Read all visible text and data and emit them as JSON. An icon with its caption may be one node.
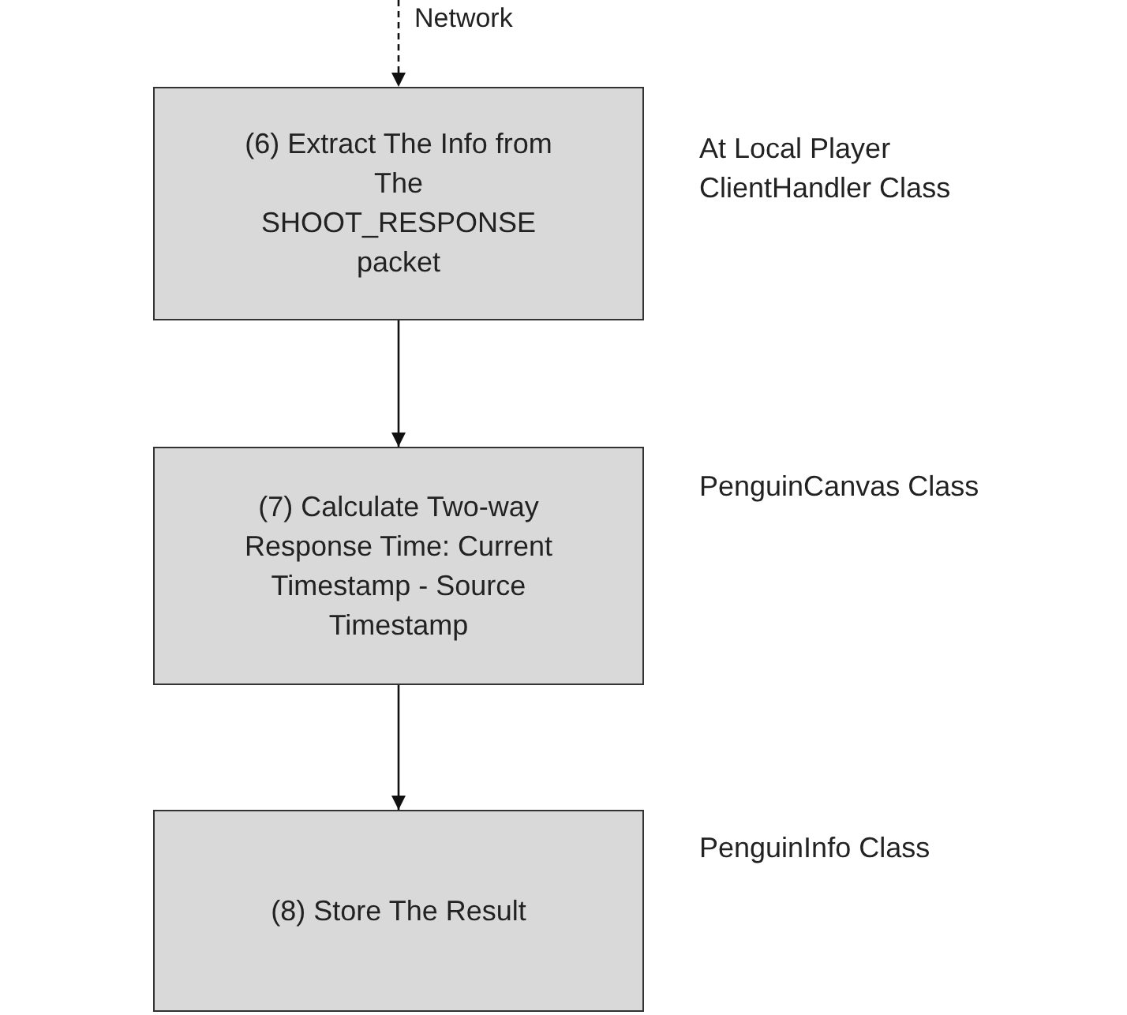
{
  "diagram": {
    "nodes": [
      {
        "text": [
          "(6) Extract The Info from The SHOOT_RESPONSE packet"
        ],
        "beside": [
          "At Local Player ClientHandler Class"
        ]
      },
      {
        "text": [
          "(7) Calculate Two-way Response Time: Current Timestamp - Source Timestamp"
        ],
        "beside": [
          "PenguinCanvas Class"
        ]
      },
      {
        "text": [
          "(8) Store The Result"
        ],
        "beside": [
          "PenguinInfo Class"
        ]
      }
    ],
    "edges": [
      {
        "from": null,
        "to": 0,
        "arrow": "to",
        "style": "dashed",
        "label": "Network"
      },
      {
        "from": 0,
        "to": 1,
        "arrow": "to"
      },
      {
        "from": 1,
        "to": 2,
        "arrow": "to"
      }
    ]
  }
}
